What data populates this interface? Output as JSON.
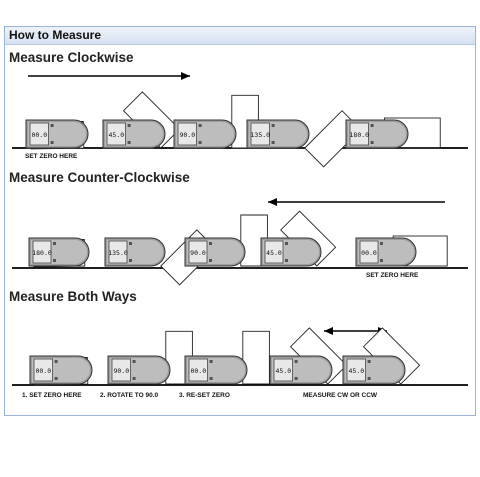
{
  "window": {
    "title": "How to Measure"
  },
  "sections": [
    {
      "heading": "Measure Clockwise",
      "captions": [
        "SET ZERO HERE"
      ]
    },
    {
      "heading": "Measure Counter-Clockwise",
      "captions": [
        "SET ZERO HERE"
      ]
    },
    {
      "heading": "Measure Both Ways",
      "captions": [
        "1. SET ZERO HERE",
        "2. ROTATE TO 90.0",
        "3. RE-SET ZERO",
        "MEASURE CW OR CCW"
      ]
    }
  ],
  "readouts": {
    "clockwise": [
      "00.0",
      "45.0",
      "90.0",
      "135.0",
      "180.0"
    ],
    "counter_clockwise": [
      "180.0",
      "135.0",
      "90.0",
      "45.0",
      "00.0"
    ],
    "both_ways": [
      "00.0",
      "90.0",
      "00.0",
      "45.0",
      "45.0"
    ]
  },
  "colors": {
    "title_bar": "#dfe8f4",
    "panel_border": "#9ab3d6",
    "device_body": "#a9a9a9",
    "line": "#000000"
  }
}
